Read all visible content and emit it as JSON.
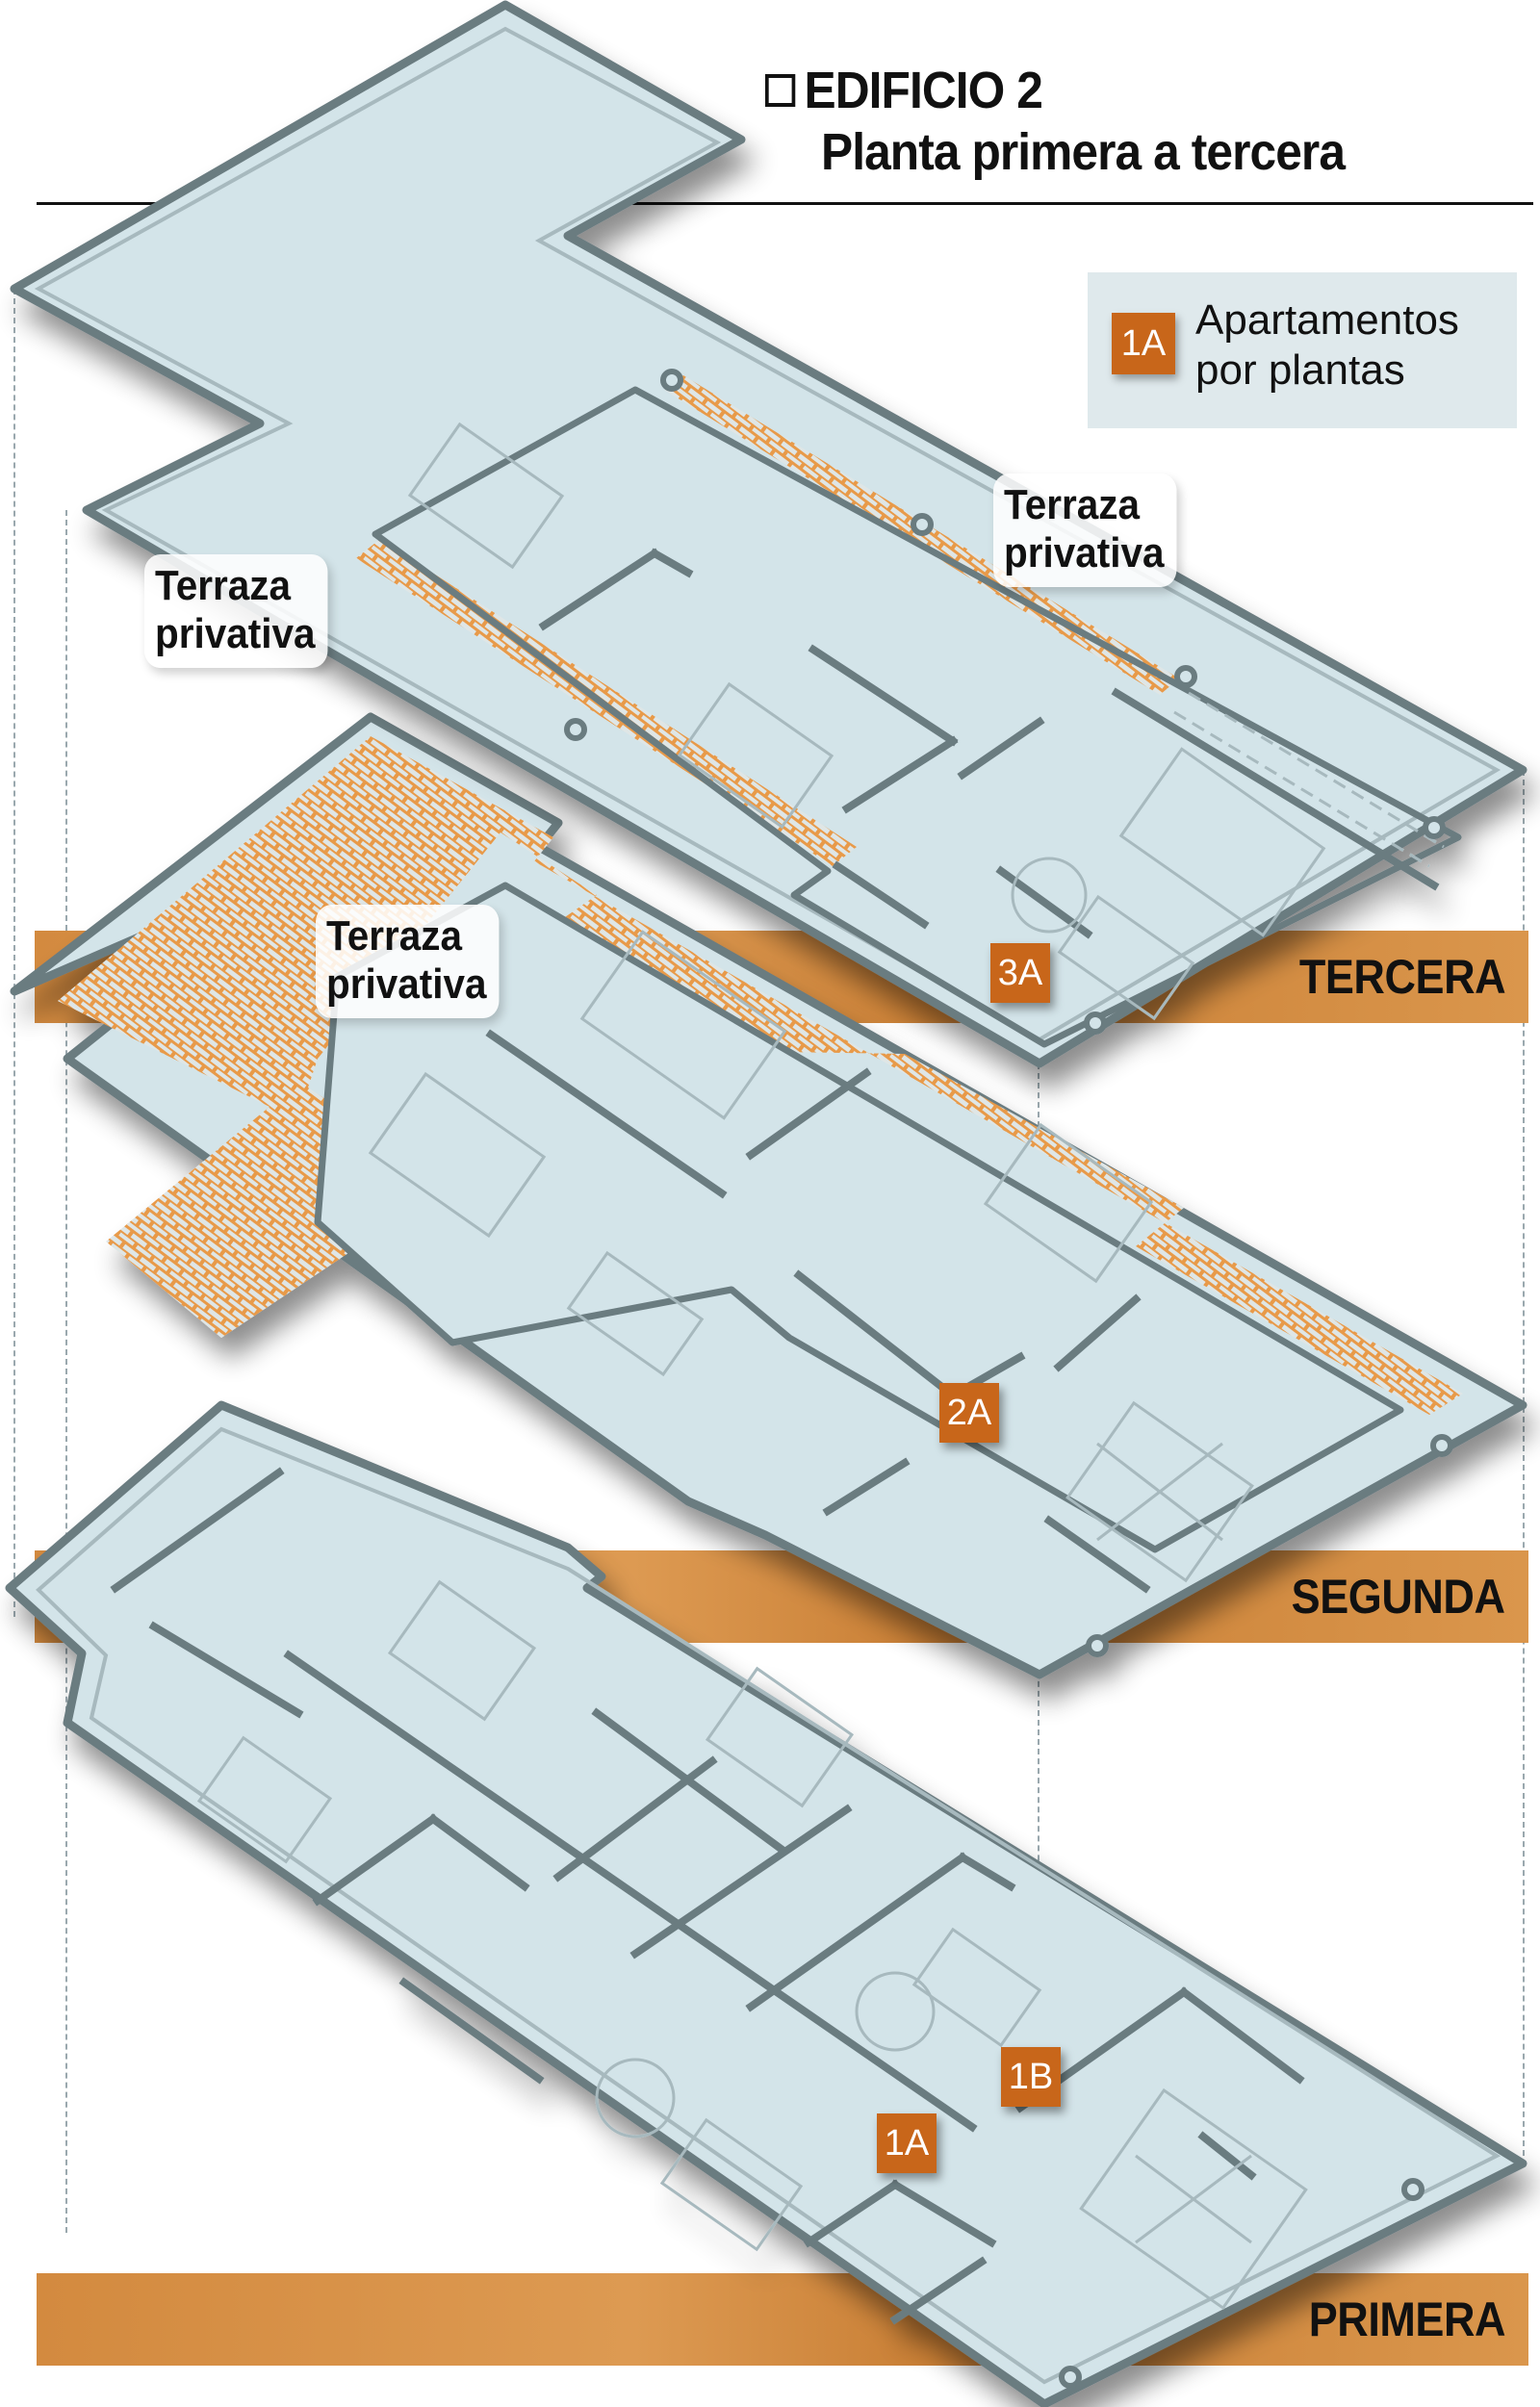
{
  "header": {
    "building": "EDIFICIO 2",
    "subtitle": "Planta primera a tercera"
  },
  "legend": {
    "badge": "1A",
    "line1": "Apartamentos",
    "line2": "por plantas"
  },
  "colors": {
    "accent_orange": "#c8661a",
    "band_orange": "#d9924a",
    "floor_fill": "#d3e4e9",
    "wall_dark": "#6b7b80",
    "wall_light": "#a7b9be",
    "terrace_tile": "#e89a4a",
    "legend_bg": "#dfe9ec"
  },
  "floors": [
    {
      "id": "tercera",
      "label": "TERCERA",
      "apartments": [
        "3A"
      ]
    },
    {
      "id": "segunda",
      "label": "SEGUNDA",
      "apartments": [
        "2A"
      ]
    },
    {
      "id": "primera",
      "label": "PRIMERA",
      "apartments": [
        "1A",
        "1B"
      ]
    }
  ],
  "callouts": {
    "terraza_top_right": {
      "line1": "Terraza",
      "line2": "privativa"
    },
    "terraza_top_left": {
      "line1": "Terraza",
      "line2": "privativa"
    },
    "terraza_segunda": {
      "line1": "Terraza",
      "line2": "privativa"
    }
  },
  "badges": {
    "b3A": "3A",
    "b2A": "2A",
    "b1B": "1B",
    "b1A": "1A"
  }
}
